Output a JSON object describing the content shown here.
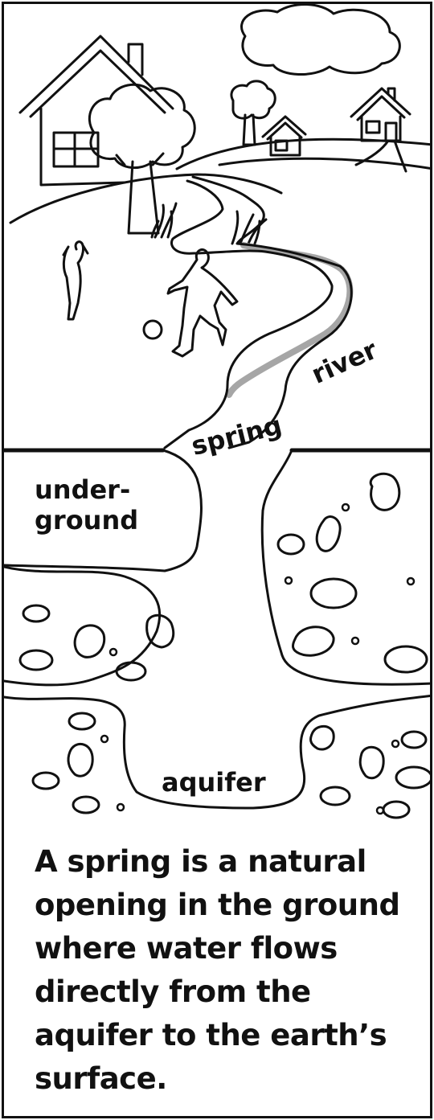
{
  "labels": {
    "underground": "under-\nground",
    "spring": "spring",
    "river": "river",
    "aquifer": "aquifer"
  },
  "caption": "A spring is a natural opening in the ground where water flows directly from the aquifer to the earth’s surface.",
  "colors": {
    "ink": "#111111",
    "river_shade": "#a6a6a6",
    "background": "#ffffff"
  }
}
